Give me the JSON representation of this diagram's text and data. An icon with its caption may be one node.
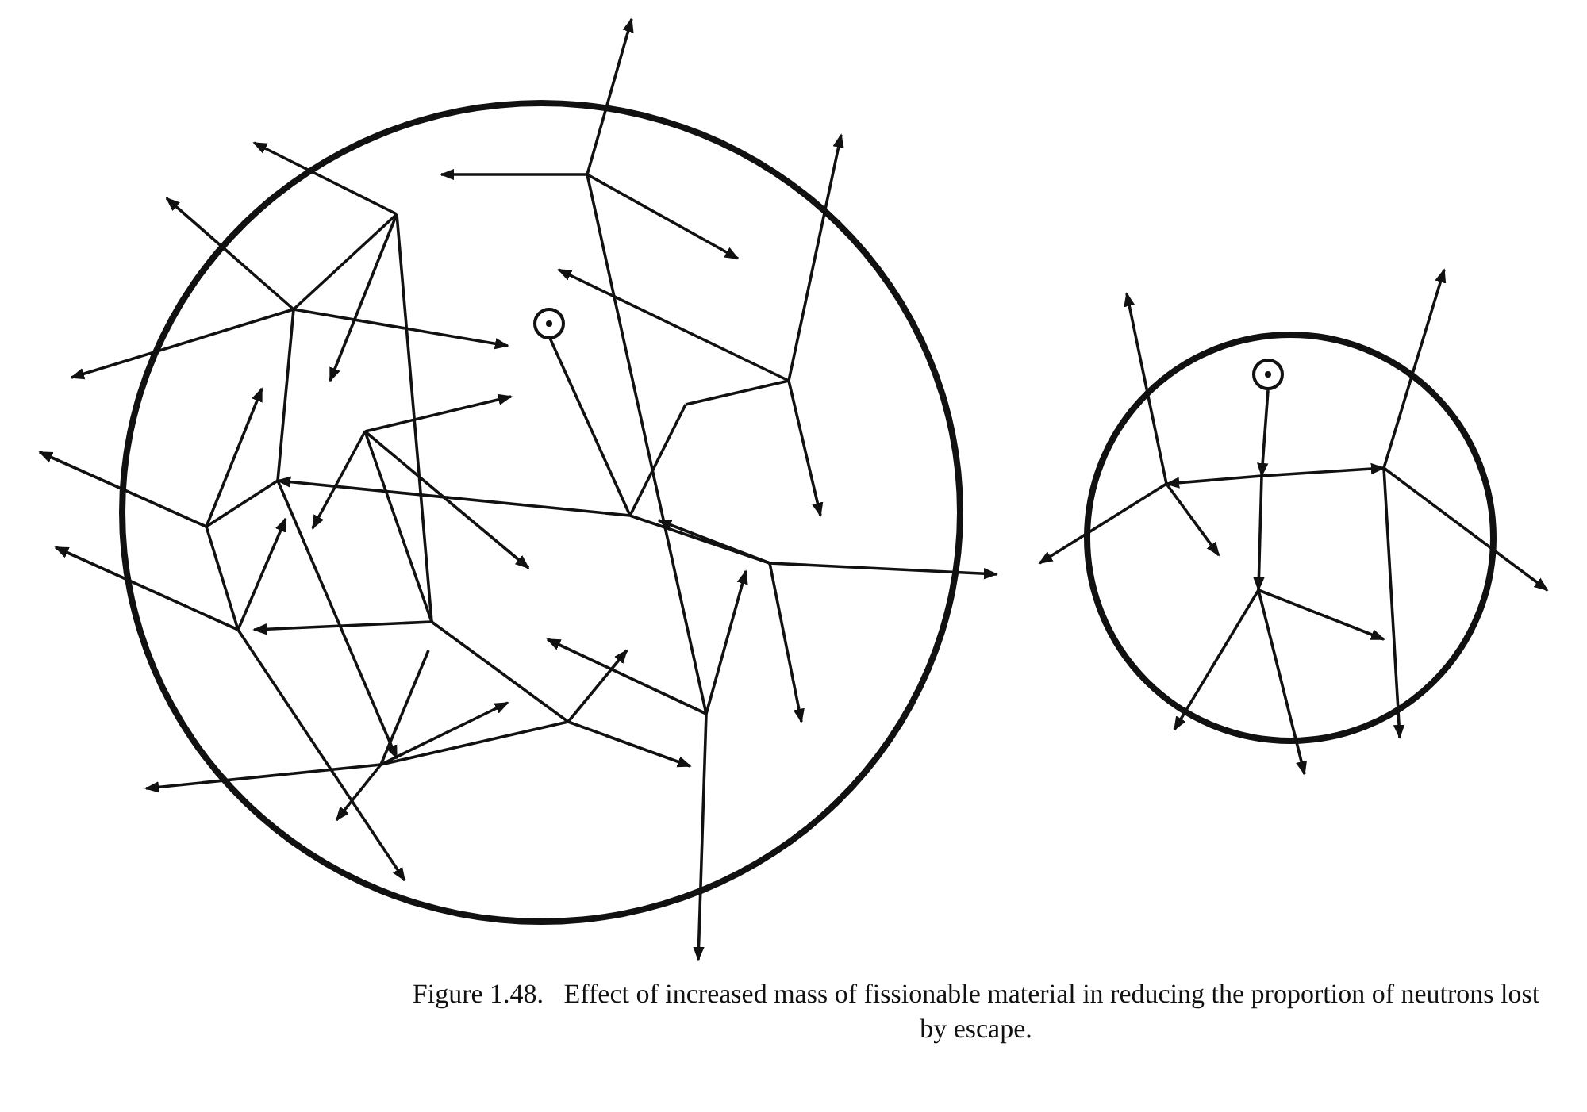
{
  "diagram": {
    "caption": "Figure 1.48.   Effect of increased mass of fissionable material in reducing the proportion of neutrons lost by escape.",
    "nodes": [
      {
        "text": [],
        "shape": "circle"
      },
      {
        "text": [],
        "shape": "circle"
      }
    ]
  }
}
